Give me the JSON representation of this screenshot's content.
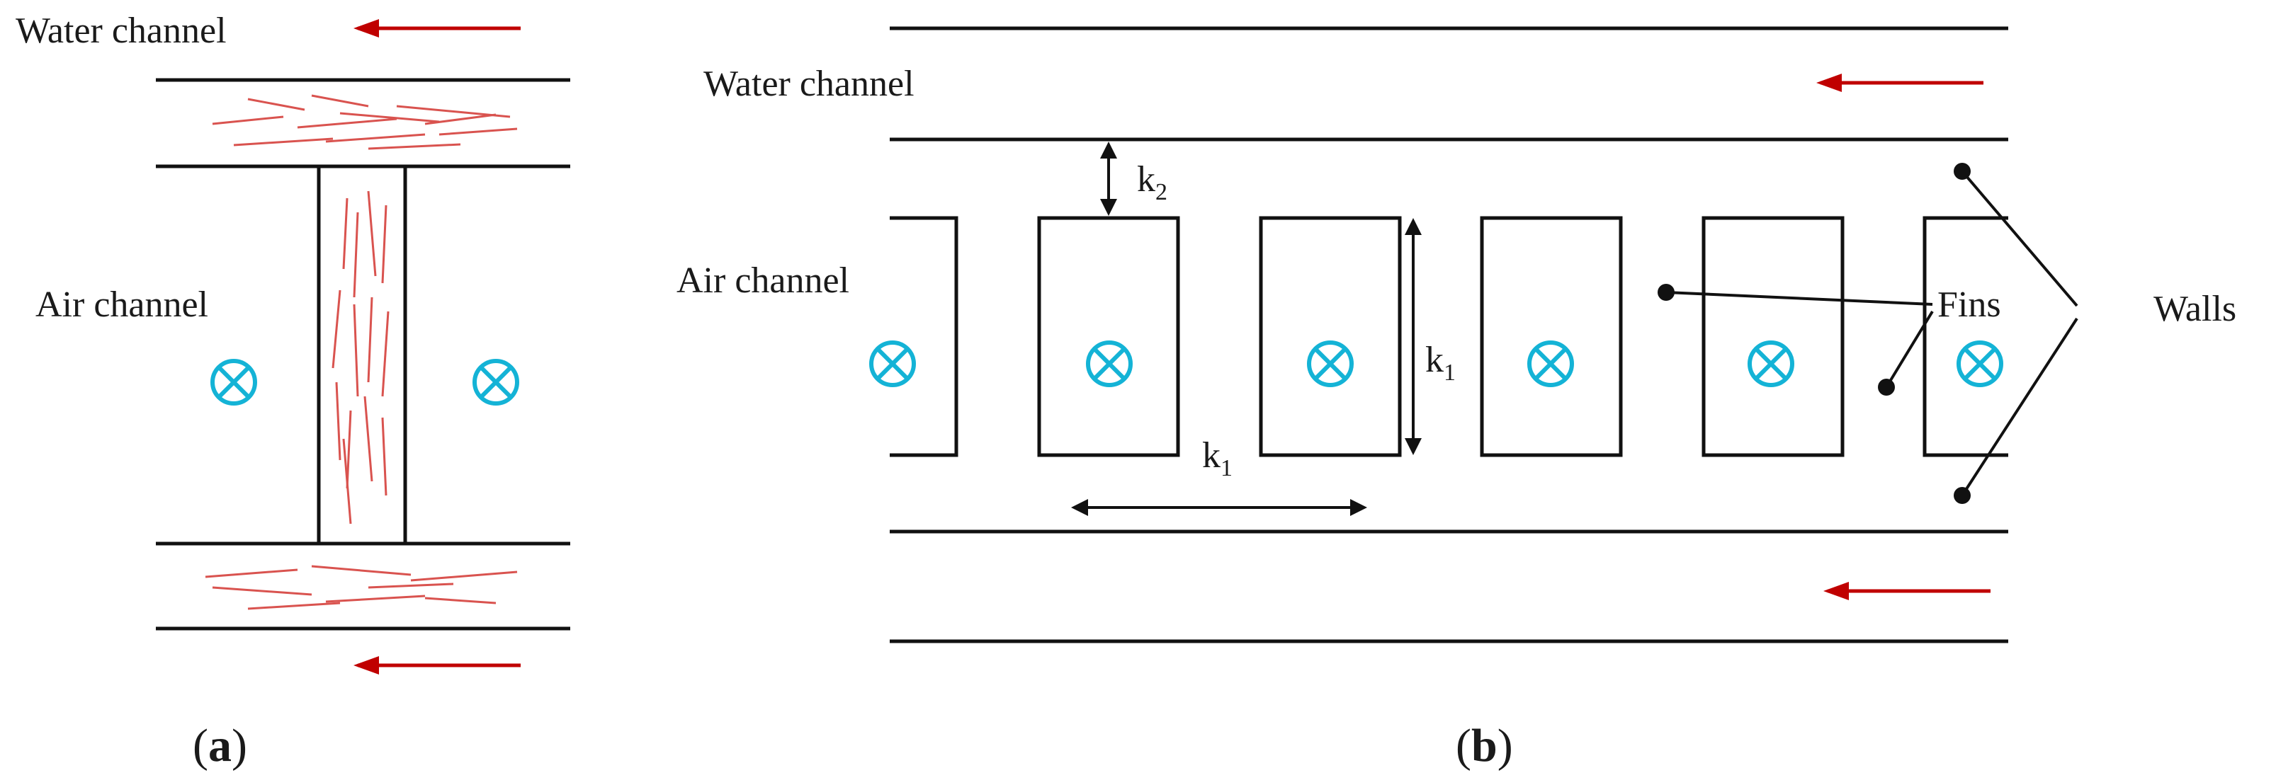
{
  "panel_a": {
    "water_label": "Water channel",
    "air_label": "Air channel",
    "caption_open": "(",
    "caption_letter": "a",
    "caption_close": ")"
  },
  "panel_b": {
    "water_label": "Water channel",
    "air_label": "Air channel",
    "k1_label": "k",
    "k1_sub": "1",
    "k2_label": "k",
    "k2_sub": "2",
    "fins_label": "Fins",
    "walls_label": "Walls",
    "caption_open": "(",
    "caption_letter": "b",
    "caption_close": ")"
  },
  "colors": {
    "flow_arrow": "#c00000",
    "fiber": "#d9534f",
    "flow_marker": "#14b3d6",
    "outline": "#111111"
  },
  "icons": {
    "flow_marker": "circle-cross-icon",
    "flow_arrow": "arrow-left-icon"
  }
}
